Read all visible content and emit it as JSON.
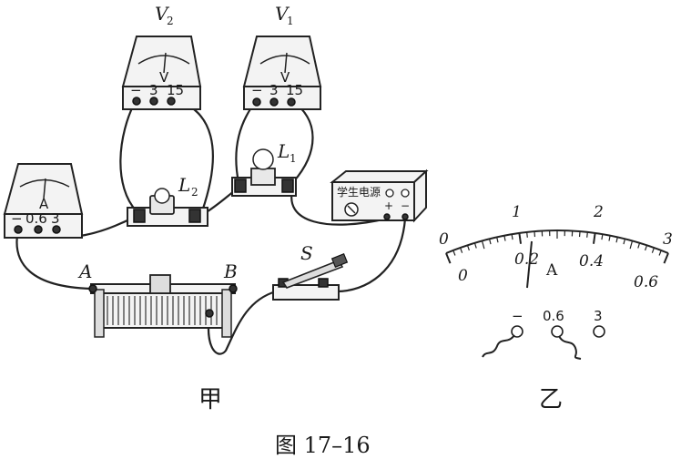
{
  "meters": {
    "v2": {
      "label": "V",
      "sub": "2",
      "face": "V",
      "t_minus": "−",
      "t_low": "3",
      "t_high": "15"
    },
    "v1": {
      "label": "V",
      "sub": "1",
      "face": "V",
      "t_minus": "−",
      "t_low": "3",
      "t_high": "15"
    },
    "ammeter": {
      "face": "A",
      "t_minus": "−",
      "t_low": "0.6",
      "t_high": "3"
    }
  },
  "components": {
    "lamp1": {
      "label": "L",
      "sub": "1"
    },
    "lamp2": {
      "label": "L",
      "sub": "2"
    },
    "rheostat": {
      "end_a": "A",
      "end_b": "B"
    },
    "switch": {
      "label": "S"
    },
    "power_supply": {
      "label": "学生电源",
      "plus_mark": "+",
      "minus_mark": "−"
    }
  },
  "dial": {
    "upper_scale": [
      "0",
      "1",
      "2",
      "3"
    ],
    "lower_scale": [
      "0",
      "0.2",
      "0.4",
      "0.6"
    ],
    "unit": "A",
    "terminals": [
      "−",
      "0.6",
      "3"
    ]
  },
  "captions": {
    "left": "甲",
    "right": "乙",
    "figure": "图 17–16"
  }
}
